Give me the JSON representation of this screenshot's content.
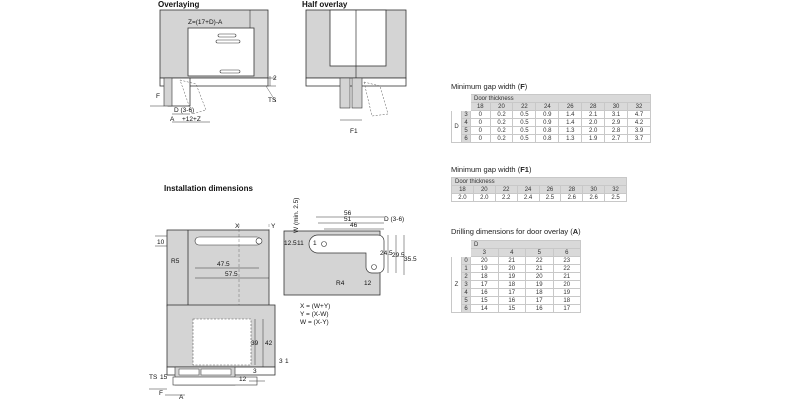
{
  "headings": {
    "overlaying": "Overlaying",
    "half_overlay": "Half overlay",
    "installation": "Installation dimensions"
  },
  "overlay_labels": {
    "z": "Z=(17+D)-A",
    "two": "2",
    "ts": "TS",
    "f": "F",
    "d": "D (3-6)",
    "a": "A",
    "a_plus": "+12+Z"
  },
  "half_labels": {
    "f1": "F1"
  },
  "install_left_labels": {
    "ten": "10",
    "x": "X",
    "y": "Y",
    "r5": "R5",
    "d475": "47.5",
    "d575": "57.5"
  },
  "install_right_labels": {
    "w": "W (min. 2.5)",
    "d56": "56",
    "d51": "51",
    "d46": "46",
    "d": "D (3-6)",
    "d125": "12.5",
    "d11": "11",
    "d1": "1",
    "d245": "24.5",
    "d295": "29.5",
    "d355": "35.5",
    "r4": "R4",
    "d12": "12"
  },
  "formulas": [
    "X = (W+Y)",
    "Y = (X-W)",
    "W = (X-Y)"
  ],
  "install_bottom_labels": {
    "d39": "39",
    "d42": "42",
    "d3a": "3",
    "d1": "1",
    "d3b": "3",
    "d12": "12",
    "ts": "TS",
    "d15": "15",
    "f": "F",
    "a": "A"
  },
  "table_f": {
    "title_prefix": "Minimum gap width (",
    "title_key": "F",
    "title_suffix": ")",
    "side_label": "D",
    "col_group": "Door thickness",
    "headers": [
      "18",
      "20",
      "22",
      "24",
      "26",
      "28",
      "30",
      "32"
    ],
    "rows": [
      {
        "label": "3",
        "values": [
          "0",
          "0.2",
          "0.5",
          "0.9",
          "1.4",
          "2.1",
          "3.1",
          "4.7"
        ]
      },
      {
        "label": "4",
        "values": [
          "0",
          "0.2",
          "0.5",
          "0.9",
          "1.4",
          "2.0",
          "2.9",
          "4.2"
        ]
      },
      {
        "label": "5",
        "values": [
          "0",
          "0.2",
          "0.5",
          "0.8",
          "1.3",
          "2.0",
          "2.8",
          "3.9"
        ]
      },
      {
        "label": "6",
        "values": [
          "0",
          "0.2",
          "0.5",
          "0.8",
          "1.3",
          "1.9",
          "2.7",
          "3.7"
        ]
      }
    ]
  },
  "table_f1": {
    "title_prefix": "Minimum gap width (",
    "title_key": "F1",
    "title_suffix": ")",
    "col_group": "Door thickness",
    "headers": [
      "18",
      "20",
      "22",
      "24",
      "26",
      "28",
      "30",
      "32"
    ],
    "values": [
      "2.0",
      "2.0",
      "2.2",
      "2.4",
      "2.5",
      "2.6",
      "2.6",
      "2.5"
    ]
  },
  "table_a": {
    "title_prefix": "Drilling dimensions for door overlay (",
    "title_key": "A",
    "title_suffix": ")",
    "side_label": "Z",
    "col_group": "D",
    "headers": [
      "3",
      "4",
      "5",
      "6"
    ],
    "rows": [
      {
        "label": "0",
        "values": [
          "20",
          "21",
          "22",
          "23"
        ]
      },
      {
        "label": "1",
        "values": [
          "19",
          "20",
          "21",
          "22"
        ]
      },
      {
        "label": "2",
        "values": [
          "18",
          "19",
          "20",
          "21"
        ]
      },
      {
        "label": "3",
        "values": [
          "17",
          "18",
          "19",
          "20"
        ]
      },
      {
        "label": "4",
        "values": [
          "16",
          "17",
          "18",
          "19"
        ]
      },
      {
        "label": "5",
        "values": [
          "15",
          "16",
          "17",
          "18"
        ]
      },
      {
        "label": "6",
        "values": [
          "14",
          "15",
          "16",
          "17"
        ]
      }
    ]
  },
  "colors": {
    "panel": "#d4d4d4",
    "panel_dark": "#bdbdbd",
    "line": "#333333",
    "header": "#d9d9d9"
  }
}
